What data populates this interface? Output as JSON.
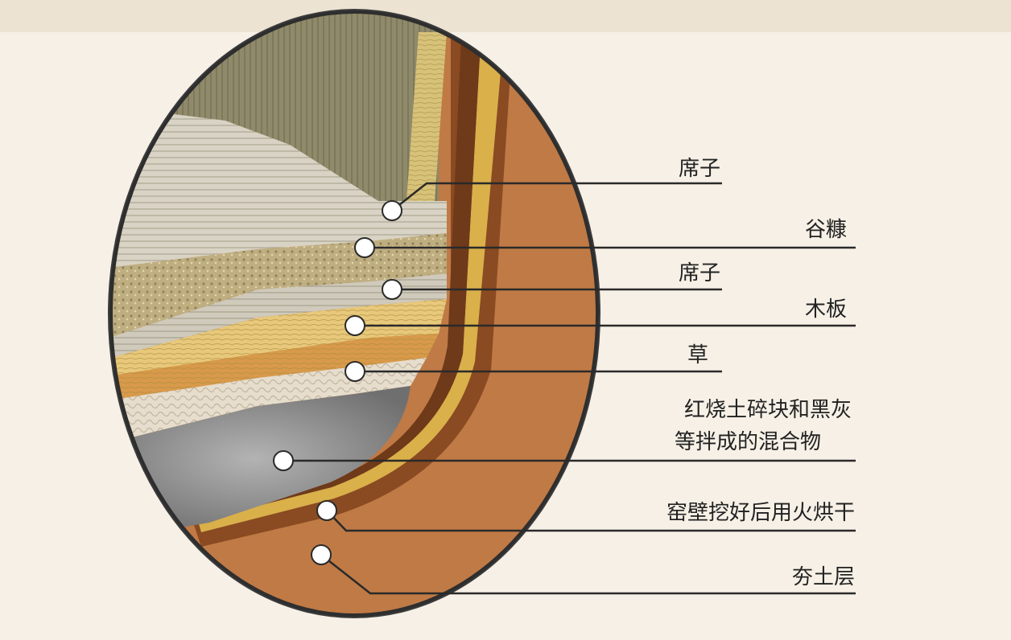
{
  "diagram": {
    "labels": [
      {
        "id": "mat-top",
        "text": "席子"
      },
      {
        "id": "chaff",
        "text": "谷糠"
      },
      {
        "id": "mat-2",
        "text": "席子"
      },
      {
        "id": "board",
        "text": "木板"
      },
      {
        "id": "straw",
        "text": "草"
      },
      {
        "id": "mixture",
        "line1": "红烧土碎块和黑灰",
        "line2": "等拌成的混合物"
      },
      {
        "id": "wall",
        "text": "窑壁挖好后用火烘干"
      },
      {
        "id": "rammed",
        "text": "夯土层"
      }
    ],
    "colors": {
      "background": "#f6f0e6",
      "outer_earth": "#c07a45",
      "dark_band": "#8a4a22",
      "yellow_band": "#d9b04a",
      "upper_wall": "#8f8a6a",
      "mat": "#d8d3c4",
      "chaff": "#bfae80",
      "board": "#e8c87a",
      "straw": "#d89a4a",
      "mixture": "#8e8e8e"
    }
  }
}
